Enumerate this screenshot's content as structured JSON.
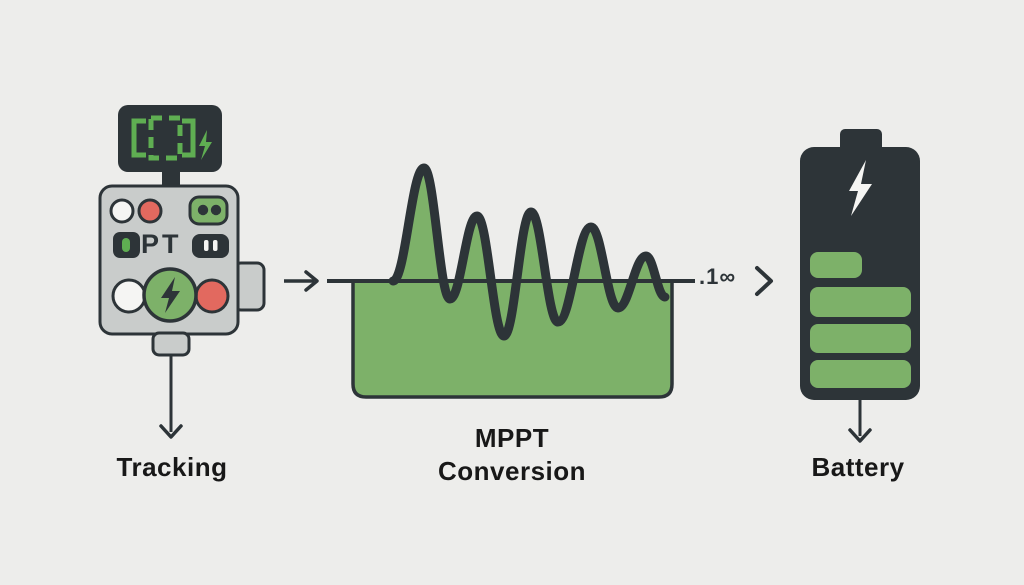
{
  "palette": {
    "background": "#ededeb",
    "outline_dark": "#2d3438",
    "accent_green": "#7db169",
    "display_green": "#5fae52",
    "device_gray": "#c9cccb",
    "alert_red": "#e2695f",
    "bolt_white": "#f5f5f3",
    "label_text": "#181818"
  },
  "tracker": {
    "label": "Tracking",
    "panel_text": "PT"
  },
  "converter": {
    "label_line1": "MPPT",
    "label_line2": "Conversion",
    "reading": ".1∞"
  },
  "battery": {
    "label": "Battery"
  },
  "icons": {
    "display": "seven-segment-screen-with-bolt",
    "device_power": "lightning-bolt-button",
    "pause": "pause-glyph",
    "socket": "two-dot-socket",
    "flow": "right-arrow",
    "chevron": "chevron-right",
    "battery_charge": "lightning-bolt",
    "down_arrows": "down-arrow"
  }
}
